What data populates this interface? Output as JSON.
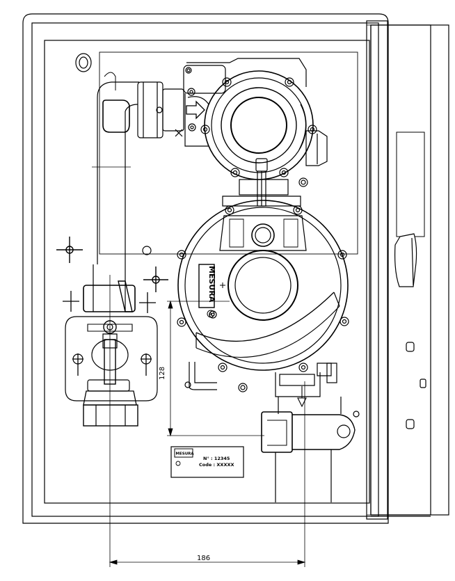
{
  "drawing": {
    "brand_text": "MESURA",
    "registered_mark": "R",
    "dimensions": {
      "vertical": "128",
      "horizontal": "186"
    },
    "nameplate": {
      "logo": "MESURA",
      "number_label": "N° : 12345",
      "code_label": "Code : XXXXX"
    }
  }
}
